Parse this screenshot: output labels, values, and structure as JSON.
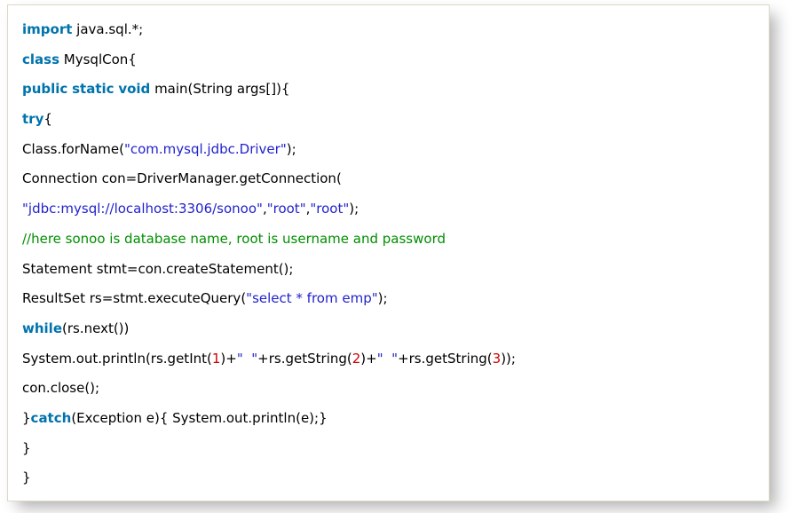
{
  "page": {
    "background": "#ffffff"
  },
  "code_block": {
    "language": "java",
    "background": "#ffffff",
    "border_color": "#ddd9c3",
    "colors": {
      "plain": "#000000",
      "keyword": "#0073ad",
      "string": "#2222cc",
      "comment": "#008f00",
      "number": "#cc0000"
    },
    "lines": [
      [
        {
          "t": "import",
          "c": "keyword"
        },
        {
          "t": " java.sql.*;",
          "c": "plain"
        }
      ],
      [
        {
          "t": "class",
          "c": "keyword"
        },
        {
          "t": " MysqlCon{",
          "c": "plain"
        }
      ],
      [
        {
          "t": "public",
          "c": "keyword"
        },
        {
          "t": " ",
          "c": "plain"
        },
        {
          "t": "static",
          "c": "keyword"
        },
        {
          "t": " ",
          "c": "plain"
        },
        {
          "t": "void",
          "c": "keyword"
        },
        {
          "t": " main(String args[]){",
          "c": "plain"
        }
      ],
      [
        {
          "t": "try",
          "c": "keyword"
        },
        {
          "t": "{",
          "c": "plain"
        }
      ],
      [
        {
          "t": "Class.forName(",
          "c": "plain"
        },
        {
          "t": "\"com.mysql.jdbc.Driver\"",
          "c": "string"
        },
        {
          "t": ");",
          "c": "plain"
        }
      ],
      [
        {
          "t": "Connection con=DriverManager.getConnection(",
          "c": "plain"
        }
      ],
      [
        {
          "t": "\"jdbc:mysql://localhost:3306/sonoo\"",
          "c": "string"
        },
        {
          "t": ",",
          "c": "plain"
        },
        {
          "t": "\"root\"",
          "c": "string"
        },
        {
          "t": ",",
          "c": "plain"
        },
        {
          "t": "\"root\"",
          "c": "string"
        },
        {
          "t": ");",
          "c": "plain"
        }
      ],
      [
        {
          "t": "//here sonoo is database name, root is username and password",
          "c": "comment"
        }
      ],
      [
        {
          "t": "Statement stmt=con.createStatement();",
          "c": "plain"
        }
      ],
      [
        {
          "t": "ResultSet rs=stmt.executeQuery(",
          "c": "plain"
        },
        {
          "t": "\"select * from emp\"",
          "c": "string"
        },
        {
          "t": ");",
          "c": "plain"
        }
      ],
      [
        {
          "t": "while",
          "c": "keyword"
        },
        {
          "t": "(rs.next())",
          "c": "plain"
        }
      ],
      [
        {
          "t": "System.out.println(rs.getInt(",
          "c": "plain"
        },
        {
          "t": "1",
          "c": "number"
        },
        {
          "t": ")+",
          "c": "plain"
        },
        {
          "t": "\"  \"",
          "c": "string"
        },
        {
          "t": "+rs.getString(",
          "c": "plain"
        },
        {
          "t": "2",
          "c": "number"
        },
        {
          "t": ")+",
          "c": "plain"
        },
        {
          "t": "\"  \"",
          "c": "string"
        },
        {
          "t": "+rs.getString(",
          "c": "plain"
        },
        {
          "t": "3",
          "c": "number"
        },
        {
          "t": "));",
          "c": "plain"
        }
      ],
      [
        {
          "t": "con.close();",
          "c": "plain"
        }
      ],
      [
        {
          "t": "}",
          "c": "plain"
        },
        {
          "t": "catch",
          "c": "keyword"
        },
        {
          "t": "(Exception e){ System.out.println(e);}",
          "c": "plain"
        }
      ],
      [
        {
          "t": "}",
          "c": "plain"
        }
      ],
      [
        {
          "t": "}",
          "c": "plain"
        }
      ]
    ]
  }
}
